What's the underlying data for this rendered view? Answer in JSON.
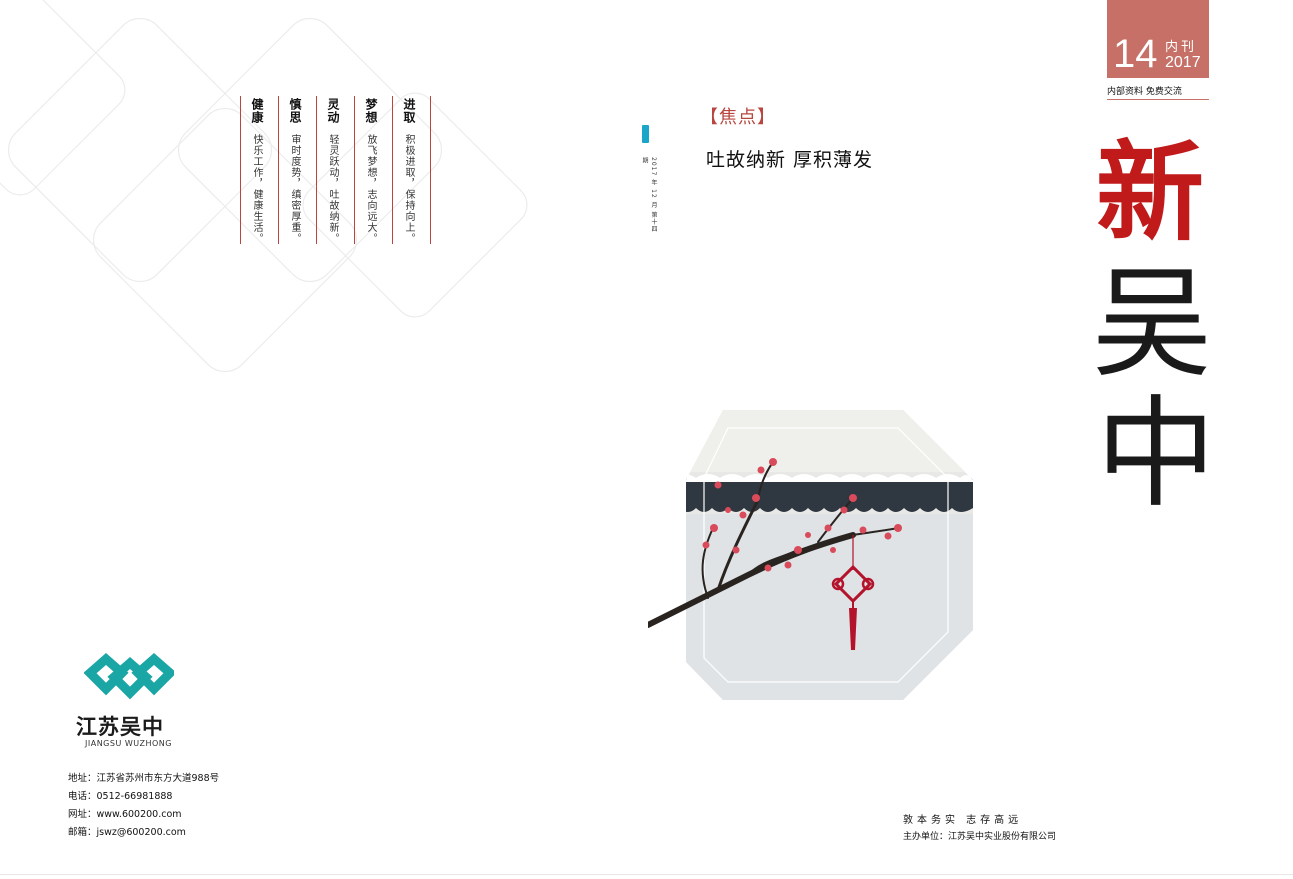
{
  "back_cover": {
    "mottos": [
      {
        "head": "进取",
        "body": "积极进取，保持向上。"
      },
      {
        "head": "梦想",
        "body": "放飞梦想，志向远大。"
      },
      {
        "head": "灵动",
        "body": "轻灵跃动，吐故纳新。"
      },
      {
        "head": "慎思",
        "body": "审时度势，缜密厚重。"
      },
      {
        "head": "健康",
        "body": "快乐工作，健康生活。"
      }
    ],
    "logo": {
      "cn": "江苏吴中",
      "en": "JIANGSU WUZHONG"
    },
    "contact": {
      "address": "地址：江苏省苏州市东方大道988号",
      "phone": "电话：0512-66981888",
      "website": "网址：www.600200.com",
      "email": "邮箱：jswz@600200.com"
    }
  },
  "spine": {
    "text": "2017 年 12 月  第十四期"
  },
  "front_cover": {
    "focus_tag": "【焦点】",
    "focus_title": "吐故纳新  厚积薄发",
    "issue": {
      "number": "14",
      "kind": "内刊",
      "year": "2017",
      "sub": "内部资料  免费交流"
    },
    "masthead": {
      "line1": "新",
      "line2": "吴",
      "line3": "中"
    },
    "slogan": "敦本务实  志存高远",
    "publisher": "主办单位：江苏吴中实业股份有限公司"
  },
  "colors": {
    "accent": "#b8463e",
    "issue_box": "#c67067",
    "logo_teal": "#1ba6a6",
    "masthead_red": "#c11a1a"
  }
}
